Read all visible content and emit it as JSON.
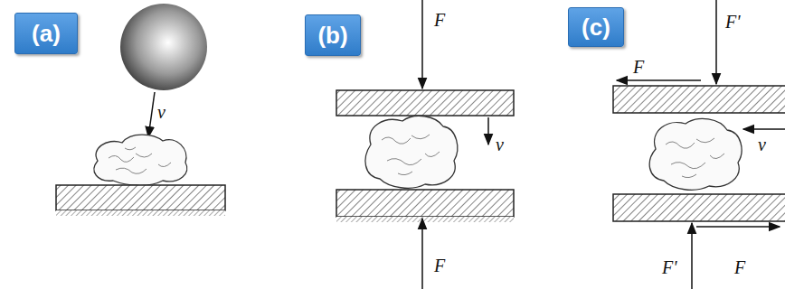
{
  "diagram": {
    "nodes": [
      {
        "text": [
          "(a)"
        ]
      },
      {
        "text": [
          "(b)"
        ]
      },
      {
        "text": [
          "(c)"
        ]
      }
    ],
    "labels": [
      "v",
      "F",
      "F",
      "v",
      "F",
      "F'",
      "v",
      "F'",
      "F"
    ]
  }
}
